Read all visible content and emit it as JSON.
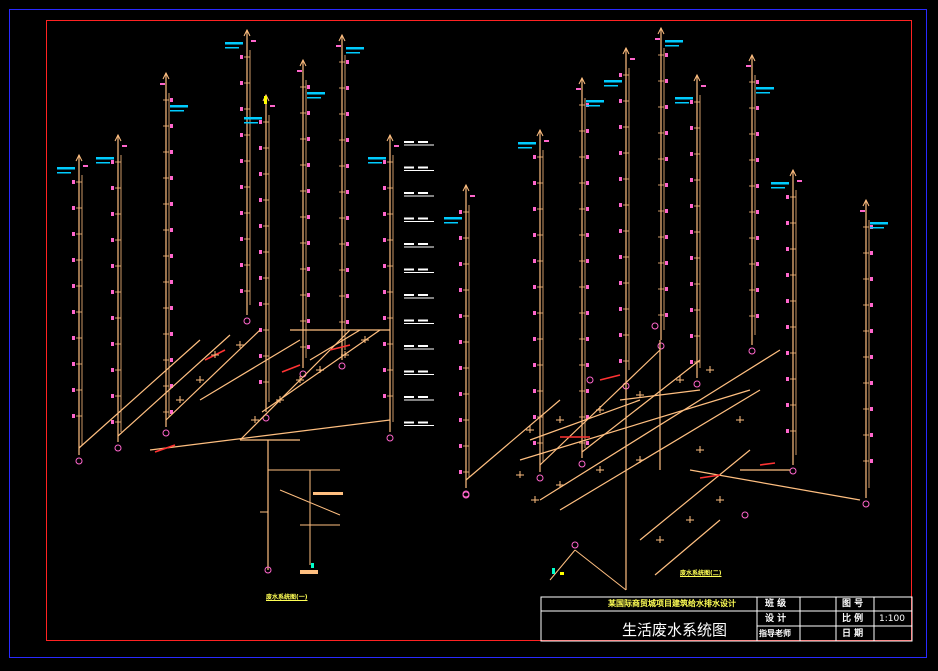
{
  "drawing": {
    "title": "生活废水系统图",
    "project_title": "某国际商贸城项目建筑给水排水设计",
    "scale": "1:100",
    "colors": {
      "background": "#000000",
      "pipe": "#ffbf80",
      "tag": "#ff66cc",
      "label": "#00ccff",
      "frame_outer": "#2a2aff",
      "frame_inner": "#ff2222",
      "text": "#ffffff"
    }
  },
  "title_block": {
    "class_label": "班 级",
    "design_label": "设 计",
    "teacher_label": "指导老师",
    "drawing_no_label": "图 号",
    "scale_label": "比 例",
    "date_label": "日 期"
  },
  "captions": {
    "system_1": "废水系统图(一)",
    "system_2": "废水系统图(二)"
  }
}
